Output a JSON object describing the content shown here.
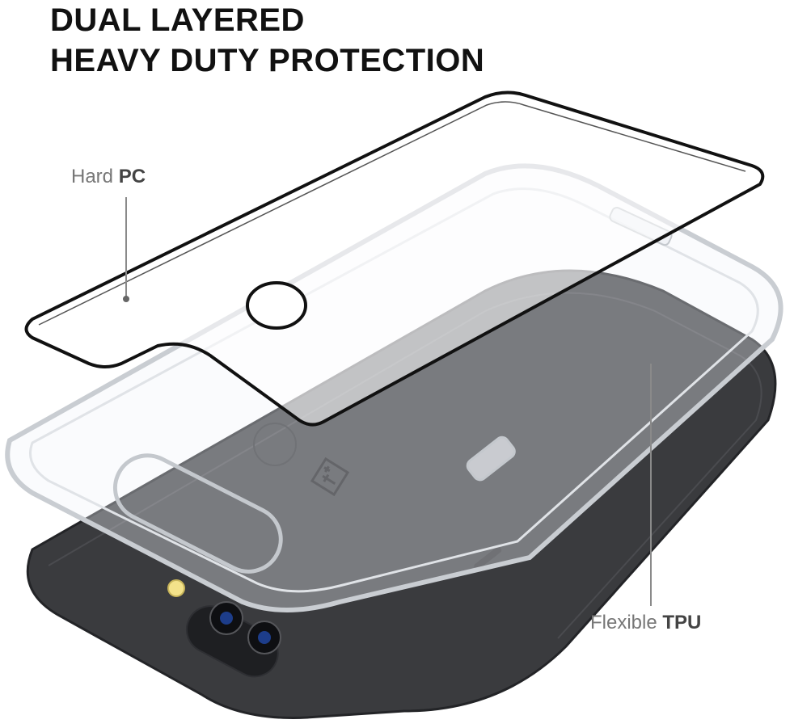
{
  "headline": {
    "line1": "DUAL LAYERED",
    "line2": "HEAVY DUTY PROTECTION"
  },
  "callouts": {
    "hard_pc": {
      "prefix": "Hard ",
      "emphasis": "PC"
    },
    "flexible_tpu": {
      "prefix": "Flexible ",
      "emphasis": "TPU"
    }
  },
  "colors": {
    "phone_body": "#3a3b3e",
    "phone_edge": "#232427",
    "case_outline": "#111111",
    "tpu_edge": "#c9cdd2",
    "leader_line": "#8a8a8a",
    "text_primary": "#111111",
    "text_callout": "#777777"
  }
}
